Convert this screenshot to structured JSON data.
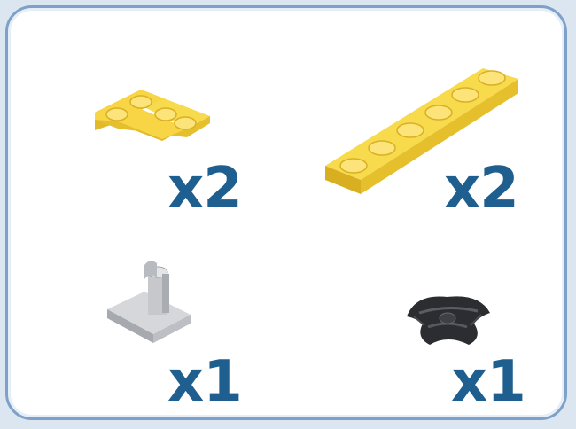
{
  "parts": [
    {
      "name": "corner-plate",
      "quantity": "x2",
      "color": "#f5d13a",
      "icon": "corner-plate-2x2-icon"
    },
    {
      "name": "long-plate",
      "quantity": "x2",
      "color": "#f5d13a",
      "icon": "plate-1x6-icon"
    },
    {
      "name": "clip-plate",
      "quantity": "x1",
      "color": "#c6c8cb",
      "icon": "plate-with-clip-icon"
    },
    {
      "name": "round-tile",
      "quantity": "x1",
      "color": "#2b2d30",
      "icon": "tile-with-bar-icon"
    }
  ],
  "colors": {
    "border": "#7fa0c8",
    "quantity_text": "#1f5f8f"
  }
}
